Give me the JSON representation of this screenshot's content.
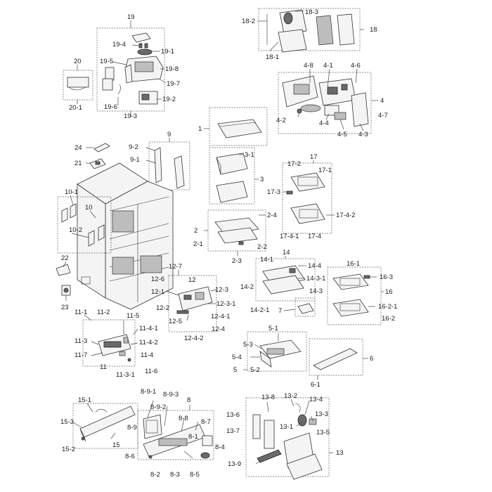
{
  "labels": {
    "l19": "19",
    "l19_4": "19-4",
    "l19_1": "19-1",
    "l19_5": "19-5",
    "l19_8": "19-8",
    "l19_7": "19-7",
    "l19_6": "19-6",
    "l19_2": "19-2",
    "l19_3": "19-3",
    "l20": "20",
    "l20_1": "20-1",
    "l18_2": "18-2",
    "l18_3": "18-3",
    "l18": "18",
    "l18_1": "18-1",
    "l4_8": "4-8",
    "l4_1": "4-1",
    "l4_6": "4-6",
    "l4": "4",
    "l4_2": "4-2",
    "l4_4": "4-4",
    "l4_5": "4-5",
    "l4_3": "4-3",
    "l4_7": "4-7",
    "l1": "1",
    "l3_1": "3-1",
    "l3": "3",
    "l24": "24",
    "l21": "21",
    "l9": "9",
    "l9_2": "9-2",
    "l9_1": "9-1",
    "l17": "17",
    "l17_2": "17-2",
    "l17_1": "17-1",
    "l17_3": "17-3",
    "l17_4_2": "17-4-2",
    "l17_4_1": "17-4-1",
    "l17_4": "17-4",
    "l2": "2",
    "l2_4": "2-4",
    "l2_1": "2-1",
    "l2_2": "2-2",
    "l2_3": "2-3",
    "l10_1": "10-1",
    "l10": "10",
    "l10_2": "10-2",
    "l22": "22",
    "l23": "23",
    "l12_7": "12-7",
    "l12": "12",
    "l12_6": "12-6",
    "l12_1": "12-1",
    "l12_3": "12-3",
    "l12_3_1": "12-3-1",
    "l12_2": "12-2",
    "l12_4_1": "12-4-1",
    "l12_5": "12-5",
    "l12_4": "12-4",
    "l12_4_2": "12-4-2",
    "l14": "14",
    "l14_1": "14-1",
    "l14_4": "14-4",
    "l14_3_1": "14-3-1",
    "l14_2": "14-2",
    "l14_3": "14-3",
    "l14_2_1": "14-2-1",
    "l7": "7",
    "l16_1": "16-1",
    "l16_3": "16-3",
    "l16": "16",
    "l16_2_1": "16-2-1",
    "l16_2": "16-2",
    "l11_1": "11-1",
    "l11_2": "11-2",
    "l11_5": "11-5",
    "l11_4_1": "11-4-1",
    "l11_3": "11-3",
    "l11_4_2": "11-4-2",
    "l11_7": "11-7",
    "l11": "11",
    "l11_4": "11-4",
    "l11_3_1": "11-3-1",
    "l11_6": "11-6",
    "l5_1": "5-1",
    "l5_3": "5-3",
    "l5_4": "5-4",
    "l5": "5",
    "l5_2": "5-2",
    "l6": "6",
    "l6_1": "6-1",
    "l15_1": "15-1",
    "l15_3": "15-3",
    "l15": "15",
    "l15_2": "15-2",
    "l8_9_1": "8-9-1",
    "l8_9_3": "8-9-3",
    "l8": "8",
    "l8_9_2": "8-9-2",
    "l8_9": "8-9",
    "l8_8": "8-8",
    "l8_7": "8-7",
    "l8_1": "8-1",
    "l8_4": "8-4",
    "l8_6": "8-6",
    "l8_2": "8-2",
    "l8_3": "8-3",
    "l8_5": "8-5",
    "l13_8": "13-8",
    "l13_2": "13-2",
    "l13_4": "13-4",
    "l13_6": "13-6",
    "l13_3": "13-3",
    "l13_7": "13-7",
    "l13_1": "13-1",
    "l13_5": "13-5",
    "l13": "13",
    "l13_9": "13-9"
  }
}
